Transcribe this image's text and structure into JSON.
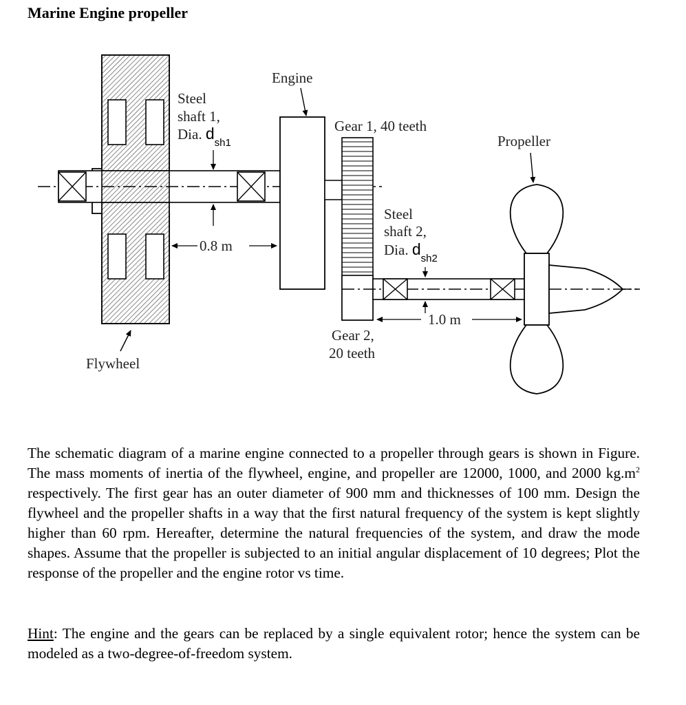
{
  "title": "Marine Engine propeller",
  "diagram": {
    "engine_label": "Engine",
    "shaft1_line1": "Steel",
    "shaft1_line2": "shaft 1,",
    "shaft1_line3": "Dia. ",
    "shaft1_d": "d",
    "shaft1_sub": "sh1",
    "gear1_label": "Gear 1, 40 teeth",
    "propeller_label": "Propeller",
    "shaft2_line1": "Steel",
    "shaft2_line2": "shaft 2,",
    "shaft2_line3": "Dia. ",
    "shaft2_d": "d",
    "shaft2_sub": "sh2",
    "len1": "0.8 m",
    "len2": "1.0 m",
    "gear2_line1": "Gear 2,",
    "gear2_line2": "20 teeth",
    "flywheel_label": "Flywheel"
  },
  "problem": {
    "part1": "The schematic diagram of a marine engine connected to a propeller through gears is shown in Figure. The mass moments of inertia of the flywheel, engine, and propeller are 12000, 1000, and 2000 kg.m",
    "sup": "2",
    "part2": " respectively. The first gear has an outer diameter of 900 mm and thicknesses of 100 mm. Design the flywheel and the propeller shafts in a way that the first natural frequency of the system is kept slightly higher than 60 rpm. Hereafter, determine the natural frequencies of the system, and draw the mode shapes. Assume that the propeller is subjected to an initial angular displacement of 10 degrees; Plot the response of the propeller and the engine rotor vs time."
  },
  "hint": {
    "label": "Hint",
    "text": ": The engine and the gears can be replaced by a single equivalent rotor; hence the system can be modeled as a two-degree-of-freedom system."
  }
}
